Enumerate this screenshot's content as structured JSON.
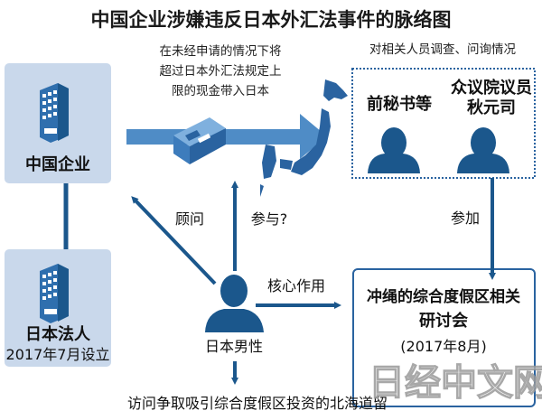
{
  "title": "中国企业涉嫌违反日本外汇法事件的脉络图",
  "nodes": {
    "chinese_company": "中国企业",
    "japan_corp": {
      "name": "日本法人",
      "note": "2017年7月设立"
    },
    "japanese_man": "日本男性",
    "investigation_header": "对相关人员调查、问询情况",
    "former_secretary": "前秘书等",
    "lawmaker": {
      "line1": "众议院议员",
      "line2": "秋元司"
    },
    "symposium": {
      "line1": "冲绳的综合度假区相关",
      "line2": "研讨会",
      "line3": "(2017年8月)"
    }
  },
  "cash_note": {
    "line1": "在未经申请的情况下将",
    "line2": "超过日本外汇法规定上",
    "line3": "限的现金带入日本"
  },
  "edges": {
    "advisor": "顾问",
    "involved": "参与?",
    "core_role": "核心作用",
    "attended": "参加",
    "hokkaido": "访问争取吸引综合度假区投资的北海道留"
  },
  "watermark": "日经中文网",
  "colors": {
    "dark_blue": "#1b578c",
    "light_box": "#c9d8eb",
    "arrow_blue": "#4f8cc6"
  }
}
